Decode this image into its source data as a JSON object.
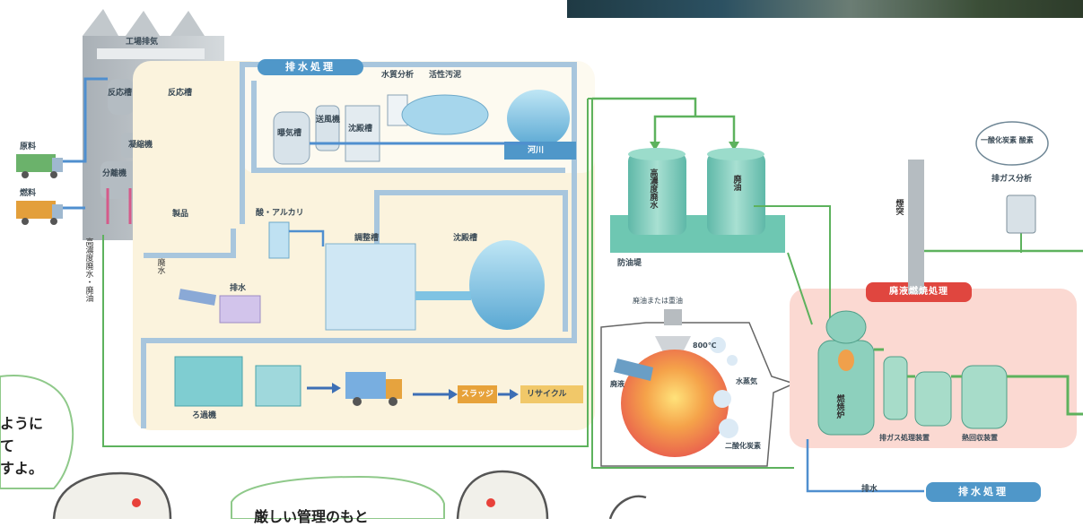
{
  "factory": {
    "title": "工場排気",
    "tank_reaction_1": "反応槽",
    "tank_reaction_2": "反応槽",
    "evaporator": "凝縮機",
    "separator": "分離機",
    "product": "製品",
    "raw_material": "原料",
    "fuel": "燃料",
    "vertical_note": "高濃度廃水・廃油"
  },
  "wastewater": {
    "title": "排水処理",
    "aeration_tank": "曝気槽",
    "blower": "送風機",
    "sedimentation": "沈殿槽",
    "water_quality_analysis": "水質分析",
    "activated_sludge": "活性汚泥",
    "river": "河川",
    "acid_alkali": "酸・アルカリ",
    "adjustment_tank": "調整槽",
    "settling_tank": "沈殿槽",
    "wastewater_label": "廃水",
    "drain": "排水",
    "filter_press": "ろ過機",
    "sludge": "スラッジ",
    "recycle": "リサイクル"
  },
  "incineration": {
    "tank_high_concentration": "高濃度廃水",
    "tank_waste_oil": "廃油",
    "dike": "防油堤",
    "fuel_note": "廃油または重油",
    "temperature": "800℃",
    "waste_label": "廃液",
    "steam": "水蒸気",
    "co2": "二酸化炭素",
    "title": "廃液燃焼処理",
    "chimney": "煙突",
    "gas_analysis": "排ガス分析",
    "co2_cloud": "一酸化炭素 酸素",
    "incinerator": "燃焼炉",
    "scrubber": "排ガス処理装置",
    "heat_recovery": "熱回収装置",
    "drain_label": "排水",
    "wastewater_treatment": "排水処理"
  },
  "speech": {
    "left_line1": "ように",
    "left_line2": "て",
    "left_line3": "すよ。",
    "middle": "厳しい管理のもと"
  }
}
